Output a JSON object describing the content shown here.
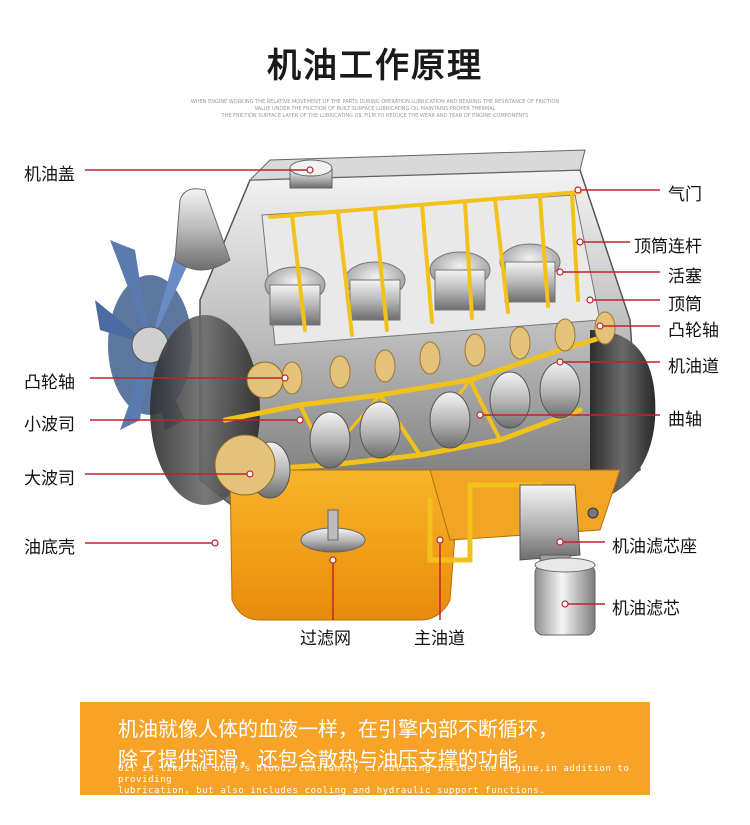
{
  "title": "机油工作原理",
  "fine_print": {
    "line1": "WHEN ENGINE WORKING THE RELATIVE MOVEMENT OF THE PARTS DURING OPERATION LUBRICATION AND BEARING THE RESISTANCE OF FRICTION",
    "line2": "VALUE UNDER THE FRICTION OF BUILT SURFACE LUBRICATING OIL MAINTAINS PROPER THERMAL",
    "line3": "THE FRICTION SURFACE LAYER OF THE LUBRICATING OIL FILM TO REDUCE THE WEAR AND TEAR OF ENGINE COMPONENTS"
  },
  "labels": {
    "oil_cap": "机油盖",
    "valve": "气门",
    "tappet_rod": "顶筒连杆",
    "piston": "活塞",
    "tappet": "顶筒",
    "camshaft_right": "凸轮轴",
    "oil_passage": "机油道",
    "camshaft_left": "凸轮轴",
    "small_gear": "小波司",
    "crankshaft": "曲轴",
    "large_gear": "大波司",
    "oil_pan": "油底壳",
    "filter_seat": "机油滤芯座",
    "oil_filter": "机油滤芯",
    "strainer": "过滤网",
    "main_passage": "主油道"
  },
  "banner": {
    "line1": "机油就像人体的血液一样，在引擎内部不断循环，",
    "line2": "除了提供润滑，还包含散热与油压支撑的功能",
    "en_line1": "Oil is like the body's blood, constantly circulating inside the engine,in addition to providing",
    "en_line2": "lubrication, but also includes cooling and hydraulic support functions."
  },
  "colors": {
    "leader": "#c0232a",
    "oil": "#f2c21b",
    "banner": "#f7a327"
  }
}
